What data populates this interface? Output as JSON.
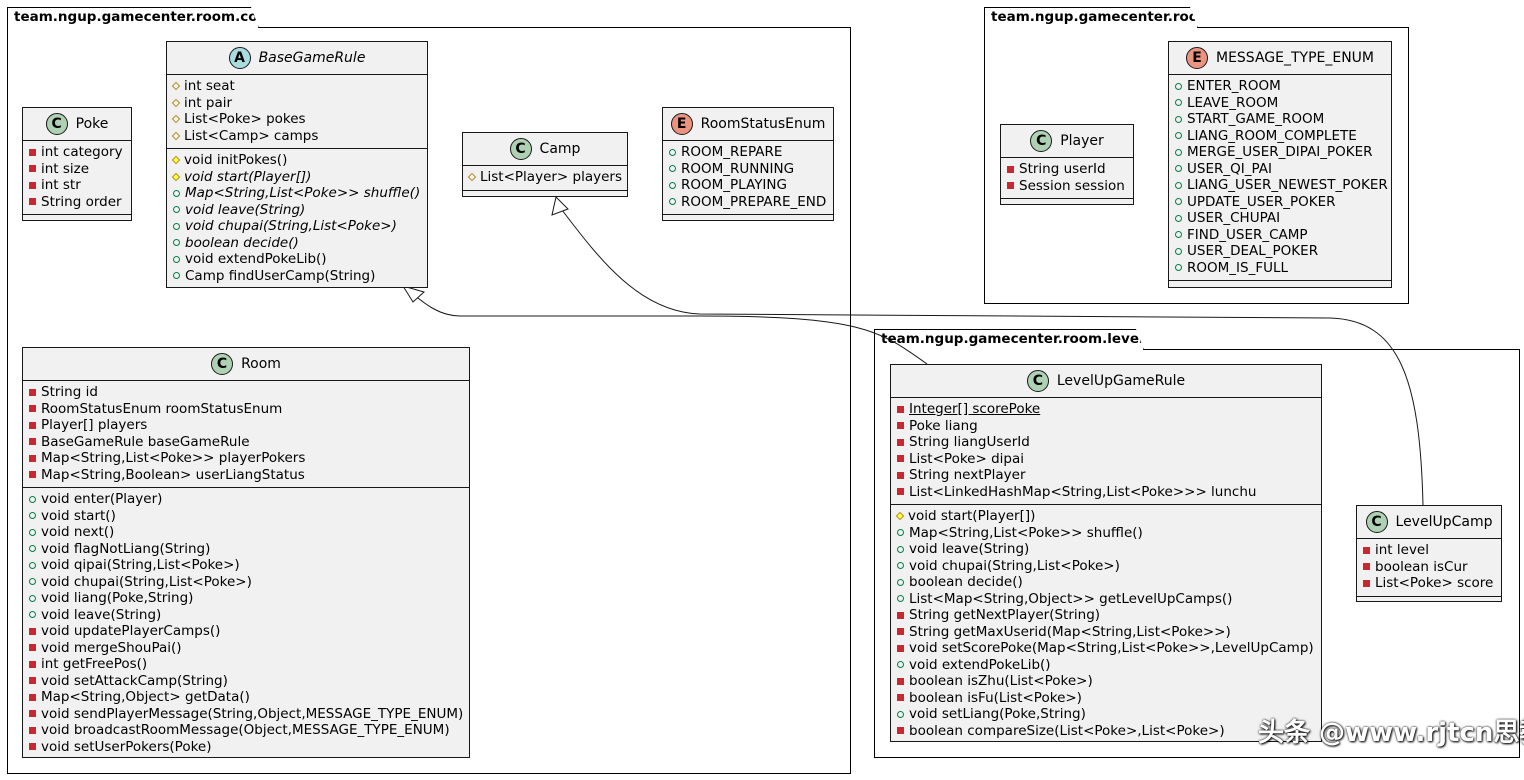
{
  "colors": {
    "class_stereo": "#add1b2",
    "abstract_stereo": "#a9dcdf",
    "enum_stereo": "#eb937f",
    "private": "#c82930",
    "public": "#038048",
    "protected": "#ffff44"
  },
  "packages": {
    "core": "team.ngup.gamecenter.room.core",
    "room": "team.ngup.gamecenter.room",
    "levelup": "team.ngup.gamecenter.room.levelup"
  },
  "classes": {
    "poke": {
      "stereo": "C",
      "name": "Poke",
      "fields": [
        {
          "vis": "private",
          "text": "int category"
        },
        {
          "vis": "private",
          "text": "int size"
        },
        {
          "vis": "private",
          "text": "int str"
        },
        {
          "vis": "private",
          "text": "String order"
        }
      ],
      "methods": []
    },
    "base_game_rule": {
      "stereo": "A",
      "name": "BaseGameRule",
      "fields": [
        {
          "vis": "protected",
          "text": "int seat"
        },
        {
          "vis": "protected",
          "text": "int pair"
        },
        {
          "vis": "protected",
          "text": "List<Poke> pokes"
        },
        {
          "vis": "protected",
          "text": "List<Camp> camps"
        }
      ],
      "methods": [
        {
          "vis": "protected-filled",
          "text": "void initPokes()"
        },
        {
          "vis": "protected-filled",
          "text": "void start(Player[])",
          "italic": true
        },
        {
          "vis": "public",
          "text": "Map<String,List<Poke>> shuffle()",
          "italic": true
        },
        {
          "vis": "public",
          "text": "void leave(String)",
          "italic": true
        },
        {
          "vis": "public",
          "text": "void chupai(String,List<Poke>)",
          "italic": true
        },
        {
          "vis": "public",
          "text": "boolean decide()",
          "italic": true
        },
        {
          "vis": "public",
          "text": "void extendPokeLib()"
        },
        {
          "vis": "public",
          "text": "Camp findUserCamp(String)"
        }
      ]
    },
    "camp": {
      "stereo": "C",
      "name": "Camp",
      "fields": [
        {
          "vis": "protected",
          "text": "List<Player> players"
        }
      ],
      "methods": []
    },
    "room_status_enum": {
      "stereo": "E",
      "name": "RoomStatusEnum",
      "fields": [
        {
          "vis": "public",
          "text": "ROOM_REPARE"
        },
        {
          "vis": "public",
          "text": "ROOM_RUNNING"
        },
        {
          "vis": "public",
          "text": "ROOM_PLAYING"
        },
        {
          "vis": "public",
          "text": "ROOM_PREPARE_END"
        }
      ],
      "methods": []
    },
    "room": {
      "stereo": "C",
      "name": "Room",
      "fields": [
        {
          "vis": "private",
          "text": "String id"
        },
        {
          "vis": "private",
          "text": "RoomStatusEnum roomStatusEnum"
        },
        {
          "vis": "private",
          "text": "Player[] players"
        },
        {
          "vis": "private",
          "text": "BaseGameRule baseGameRule"
        },
        {
          "vis": "private",
          "text": "Map<String,List<Poke>> playerPokers"
        },
        {
          "vis": "private",
          "text": "Map<String,Boolean> userLiangStatus"
        }
      ],
      "methods": [
        {
          "vis": "public",
          "text": "void enter(Player)"
        },
        {
          "vis": "public",
          "text": "void start()"
        },
        {
          "vis": "public",
          "text": "void next()"
        },
        {
          "vis": "public",
          "text": "void flagNotLiang(String)"
        },
        {
          "vis": "public",
          "text": "void qipai(String,List<Poke>)"
        },
        {
          "vis": "public",
          "text": "void chupai(String,List<Poke>)"
        },
        {
          "vis": "public",
          "text": "void liang(Poke,String)"
        },
        {
          "vis": "public",
          "text": "void leave(String)"
        },
        {
          "vis": "private",
          "text": "void updatePlayerCamps()"
        },
        {
          "vis": "private",
          "text": "void mergeShouPai()"
        },
        {
          "vis": "private",
          "text": "int getFreePos()"
        },
        {
          "vis": "private",
          "text": "void setAttackCamp(String)"
        },
        {
          "vis": "private",
          "text": "Map<String,Object> getData()"
        },
        {
          "vis": "private",
          "text": "void sendPlayerMessage(String,Object,MESSAGE_TYPE_ENUM)"
        },
        {
          "vis": "private",
          "text": "void broadcastRoomMessage(Object,MESSAGE_TYPE_ENUM)"
        },
        {
          "vis": "private",
          "text": "void setUserPokers(Poke)"
        }
      ]
    },
    "player": {
      "stereo": "C",
      "name": "Player",
      "fields": [
        {
          "vis": "private",
          "text": "String userId"
        },
        {
          "vis": "private",
          "text": "Session session"
        }
      ],
      "methods": []
    },
    "message_type_enum": {
      "stereo": "E",
      "name": "MESSAGE_TYPE_ENUM",
      "fields": [
        {
          "vis": "public",
          "text": "ENTER_ROOM"
        },
        {
          "vis": "public",
          "text": "LEAVE_ROOM"
        },
        {
          "vis": "public",
          "text": "START_GAME_ROOM"
        },
        {
          "vis": "public",
          "text": "LIANG_ROOM_COMPLETE"
        },
        {
          "vis": "public",
          "text": "MERGE_USER_DIPAI_POKER"
        },
        {
          "vis": "public",
          "text": "USER_QI_PAI"
        },
        {
          "vis": "public",
          "text": "LIANG_USER_NEWEST_POKER"
        },
        {
          "vis": "public",
          "text": "UPDATE_USER_POKER"
        },
        {
          "vis": "public",
          "text": "USER_CHUPAI"
        },
        {
          "vis": "public",
          "text": "FIND_USER_CAMP"
        },
        {
          "vis": "public",
          "text": "USER_DEAL_POKER"
        },
        {
          "vis": "public",
          "text": "ROOM_IS_FULL"
        }
      ],
      "methods": []
    },
    "level_up_game_rule": {
      "stereo": "C",
      "name": "LevelUpGameRule",
      "fields": [
        {
          "vis": "private",
          "text": "Integer[] scorePoke",
          "static": true
        },
        {
          "vis": "private",
          "text": "Poke liang"
        },
        {
          "vis": "private",
          "text": "String liangUserId"
        },
        {
          "vis": "private",
          "text": "List<Poke> dipai"
        },
        {
          "vis": "private",
          "text": "String nextPlayer"
        },
        {
          "vis": "private",
          "text": "List<LinkedHashMap<String,List<Poke>>> lunchu"
        }
      ],
      "methods": [
        {
          "vis": "protected-filled",
          "text": "void start(Player[])"
        },
        {
          "vis": "public",
          "text": "Map<String,List<Poke>> shuffle()"
        },
        {
          "vis": "public",
          "text": "void leave(String)"
        },
        {
          "vis": "public",
          "text": "void chupai(String,List<Poke>)"
        },
        {
          "vis": "public",
          "text": "boolean decide()"
        },
        {
          "vis": "public",
          "text": "List<Map<String,Object>> getLevelUpCamps()"
        },
        {
          "vis": "private",
          "text": "String getNextPlayer(String)"
        },
        {
          "vis": "private",
          "text": "String getMaxUserid(Map<String,List<Poke>>)"
        },
        {
          "vis": "private",
          "text": "void setScorePoke(Map<String,List<Poke>>,LevelUpCamp)"
        },
        {
          "vis": "public",
          "text": "void extendPokeLib()"
        },
        {
          "vis": "private",
          "text": "boolean isZhu(List<Poke>)"
        },
        {
          "vis": "private",
          "text": "boolean isFu(List<Poke>)"
        },
        {
          "vis": "public",
          "text": "void setLiang(Poke,String)"
        },
        {
          "vis": "private",
          "text": "boolean compareSize(List<Poke>,List<Poke>)"
        }
      ]
    },
    "level_up_camp": {
      "stereo": "C",
      "name": "LevelUpCamp",
      "fields": [
        {
          "vis": "private",
          "text": "int level"
        },
        {
          "vis": "private",
          "text": "boolean isCur"
        },
        {
          "vis": "private",
          "text": "List<Poke> score"
        }
      ],
      "methods": []
    }
  },
  "watermark": "头条 @www.rjtcn思教存网"
}
